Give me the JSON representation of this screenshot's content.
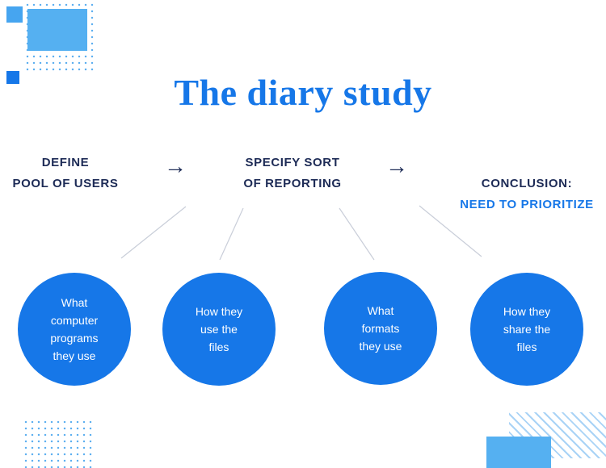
{
  "title": "The diary study",
  "process": {
    "step1": "DEFINE\nPOOL OF USERS",
    "step2": "SPECIFY SORT\nOF REPORTING",
    "step3_line1": "CONCLUSION:",
    "step3_line2": "NEED TO PRIORITIZE",
    "arrow": "→"
  },
  "circles": [
    {
      "text": "What\ncomputer\nprograms\nthey use"
    },
    {
      "text": "How they\nuse the\nfiles"
    },
    {
      "text": "What\nformats\nthey use"
    },
    {
      "text": "How they\nshare the\nfiles"
    }
  ],
  "colors": {
    "accent_blue": "#1677e8",
    "navy_text": "#1d2b56",
    "light_blue_decor": "#55b0f1",
    "circle_fill": "#1677e8",
    "connector_gray": "#c9ced9",
    "circle_text": "#ffffff"
  }
}
